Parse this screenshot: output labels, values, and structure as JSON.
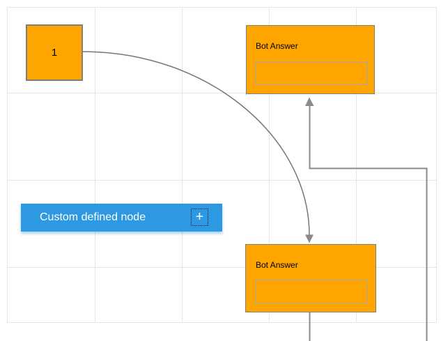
{
  "colors": {
    "canvas-bg": "#FFFFFF",
    "grid-line": "#E5E5E5",
    "node-orange": "#FFA500",
    "node-border": "#7E7E7E",
    "inner-box-border": "#A8A8A8",
    "custom-node-blue": "#2C99E2",
    "connector-gray": "#8A8A8A",
    "curve-gray": "#757575",
    "label-dark": "#000000",
    "label-light": "#FFFFFF"
  },
  "nodes": {
    "start": {
      "label": "1"
    },
    "bot_answer_top": {
      "title": "Bot Answer",
      "input_value": ""
    },
    "bot_answer_bottom": {
      "title": "Bot Answer",
      "input_value": ""
    },
    "custom": {
      "label": "Custom defined node",
      "add_icon_glyph": "+"
    }
  }
}
